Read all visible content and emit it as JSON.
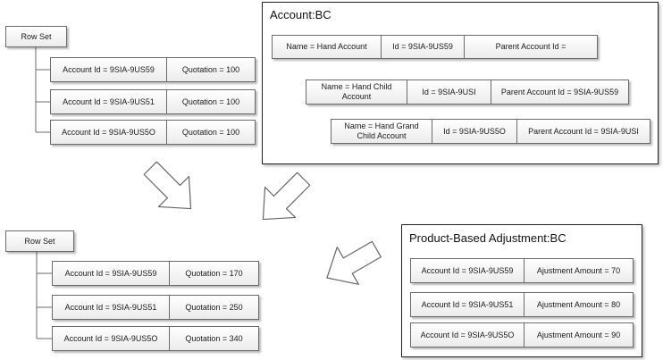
{
  "top_left": {
    "header": "Row Set",
    "rows": [
      {
        "account": "Account Id = 9SIA-9US59",
        "quotation": "Quotation = 100"
      },
      {
        "account": "Account Id = 9SIA-9US51",
        "quotation": "Quotation = 100"
      },
      {
        "account": "Account Id = 9SIA-9US5O",
        "quotation": "Quotation = 100"
      }
    ]
  },
  "account_bc": {
    "title": "Account:BC",
    "records": [
      {
        "name": "Name = Hand Account",
        "id": "Id = 9SIA-9US59",
        "parent": "Parent Account Id ="
      },
      {
        "name": "Name = Hand Child Account",
        "id": "Id = 9SIA-9USI",
        "parent": "Parent Account Id = 9SIA-9US59"
      },
      {
        "name": "Name = Hand Grand Child Account",
        "id": "Id = 9SIA-9US5O",
        "parent": "Parent Account Id = 9SIA-9USI"
      }
    ]
  },
  "bottom_left": {
    "header": "Row Set",
    "rows": [
      {
        "account": "Account Id = 9SIA-9US59",
        "quotation": "Quotation = 170"
      },
      {
        "account": "Account Id = 9SIA-9US51",
        "quotation": "Quotation = 250"
      },
      {
        "account": "Account Id = 9SIA-9US5O",
        "quotation": "Quotation = 340"
      }
    ]
  },
  "adjustment_bc": {
    "title": "Product-Based Adjustment:BC",
    "rows": [
      {
        "account": "Account Id = 9SIA-9US59",
        "amount": "Ajustment Amount = 70"
      },
      {
        "account": "Account Id = 9SIA-9US51",
        "amount": "Ajustment Amount = 80"
      },
      {
        "account": "Account Id = 9SIA-9US5O",
        "amount": "Ajustment Amount = 90"
      }
    ]
  },
  "colors": {
    "border": "#6b6b6b",
    "arrow_fill": "#ffffff",
    "arrow_stroke": "#666666"
  }
}
